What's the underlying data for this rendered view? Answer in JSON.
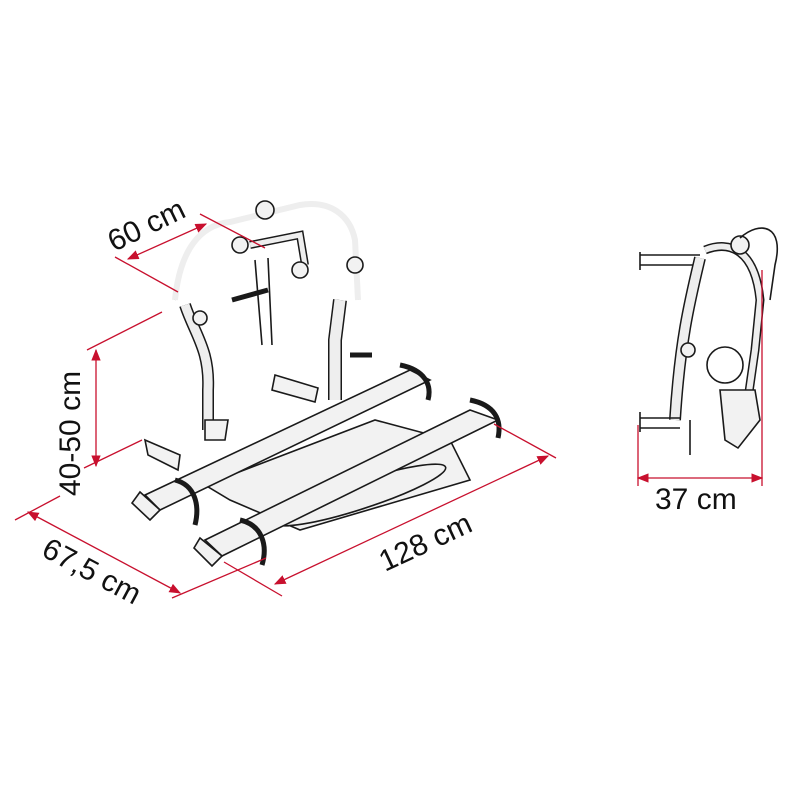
{
  "dimensions": {
    "depth_top": "60 cm",
    "height": "40-50 cm",
    "depth_bottom": "67,5 cm",
    "width": "128 cm",
    "side_depth": "37 cm"
  },
  "colors": {
    "dimension_line": "#c8102e",
    "drawing": "#1a1a1a"
  }
}
